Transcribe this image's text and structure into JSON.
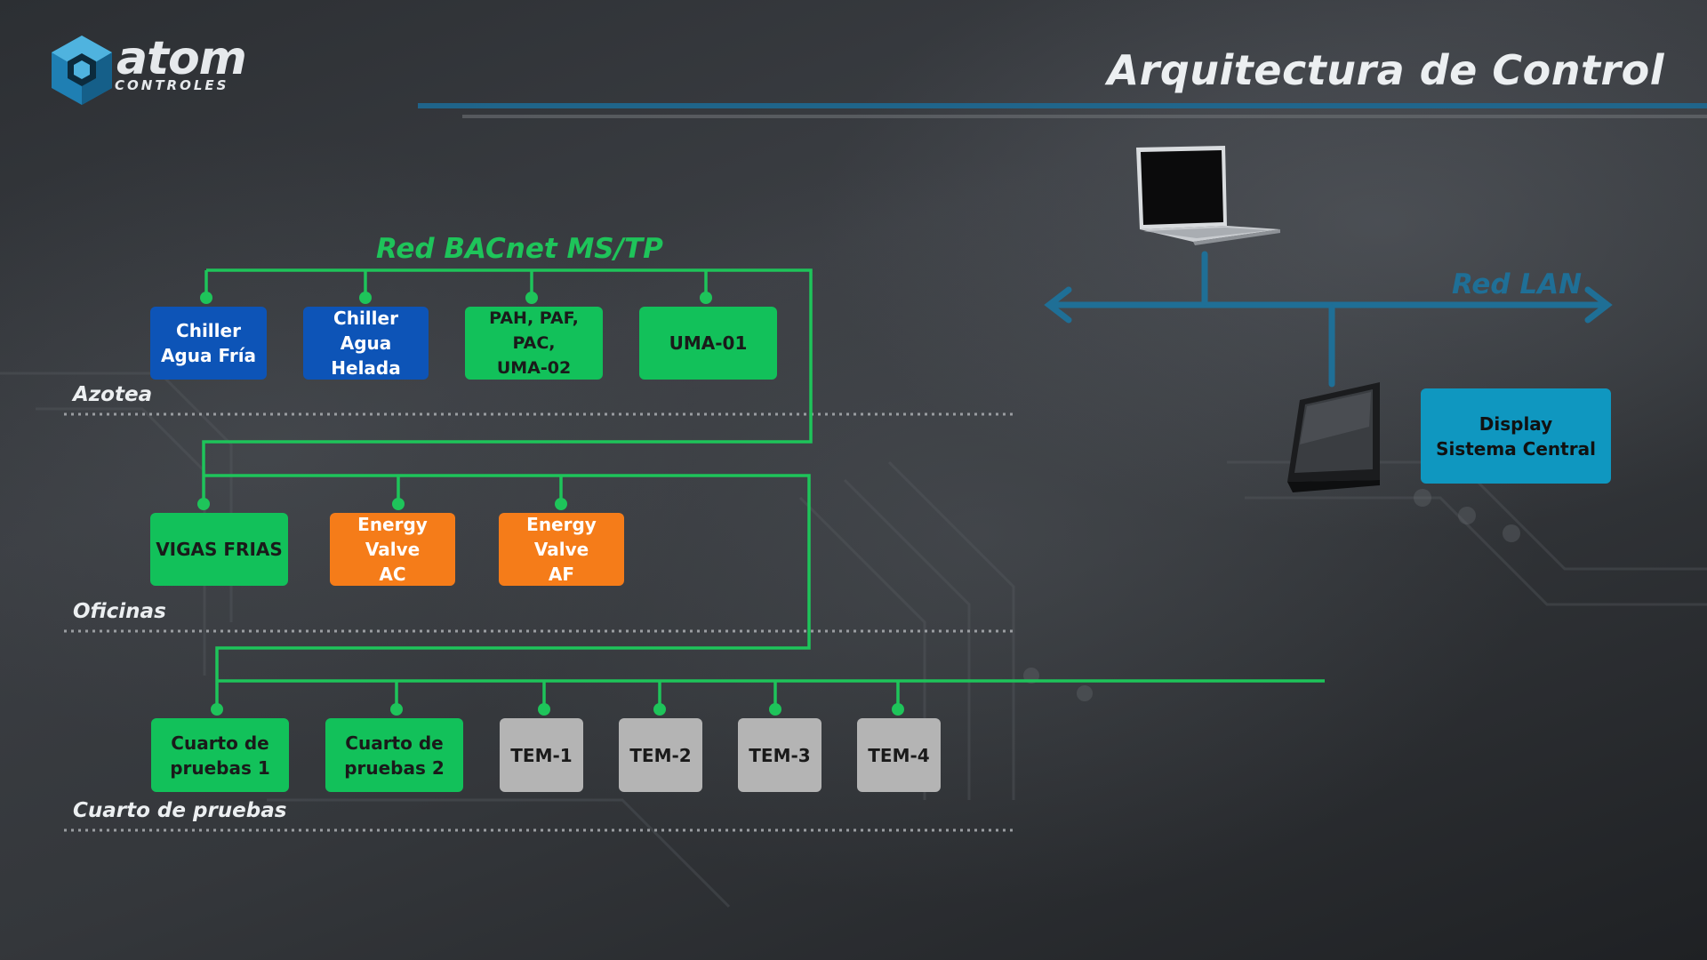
{
  "header": {
    "title": "Arquitectura de Control",
    "logo_word": "atom",
    "logo_sub": "CONTROLES"
  },
  "networks": {
    "bacnet": {
      "label": "Red BACnet MS/TP",
      "color": "#1ec45a"
    },
    "lan": {
      "label": "Red LAN",
      "color": "#1f6f96"
    }
  },
  "zones": [
    {
      "label": "Azotea"
    },
    {
      "label": "Oficinas"
    },
    {
      "label": "Cuarto de pruebas"
    }
  ],
  "nodes": [
    {
      "text": "Chiller\nAgua Fría",
      "zone": "Azotea",
      "color": "#0d54b7",
      "text_color": "#ffffff"
    },
    {
      "text": "Chiller\nAgua Helada",
      "zone": "Azotea",
      "color": "#0d54b7",
      "text_color": "#ffffff"
    },
    {
      "text": "PAH, PAF, PAC,\nUMA-02",
      "zone": "Azotea",
      "color": "#12c15a",
      "text_color": "#1a1a1a"
    },
    {
      "text": "UMA-01",
      "zone": "Azotea",
      "color": "#12c15a",
      "text_color": "#1a1a1a"
    },
    {
      "text": "VIGAS FRIAS",
      "zone": "Oficinas",
      "color": "#12c15a",
      "text_color": "#1a1a1a"
    },
    {
      "text": "Energy Valve\nAC",
      "zone": "Oficinas",
      "color": "#f57c19",
      "text_color": "#ffffff"
    },
    {
      "text": "Energy Valve\nAF",
      "zone": "Oficinas",
      "color": "#f57c19",
      "text_color": "#ffffff"
    },
    {
      "text": "Cuarto de\npruebas 1",
      "zone": "Cuarto de pruebas",
      "color": "#12c15a",
      "text_color": "#1a1a1a"
    },
    {
      "text": "Cuarto de\npruebas 2",
      "zone": "Cuarto de pruebas",
      "color": "#12c15a",
      "text_color": "#1a1a1a"
    },
    {
      "text": "TEM-1",
      "zone": "Cuarto de pruebas",
      "color": "#b4b4b4",
      "text_color": "#1a1a1a"
    },
    {
      "text": "TEM-2",
      "zone": "Cuarto de pruebas",
      "color": "#b4b4b4",
      "text_color": "#1a1a1a"
    },
    {
      "text": "TEM-3",
      "zone": "Cuarto de pruebas",
      "color": "#b4b4b4",
      "text_color": "#1a1a1a"
    },
    {
      "text": "TEM-4",
      "zone": "Cuarto de pruebas",
      "color": "#b4b4b4",
      "text_color": "#1a1a1a"
    }
  ],
  "display": {
    "text": "Display\nSistema Central",
    "color": "#0f97c0",
    "text_color": "#111111"
  },
  "devices": {
    "laptop_icon": "laptop-icon",
    "tablet_icon": "tablet-icon"
  }
}
